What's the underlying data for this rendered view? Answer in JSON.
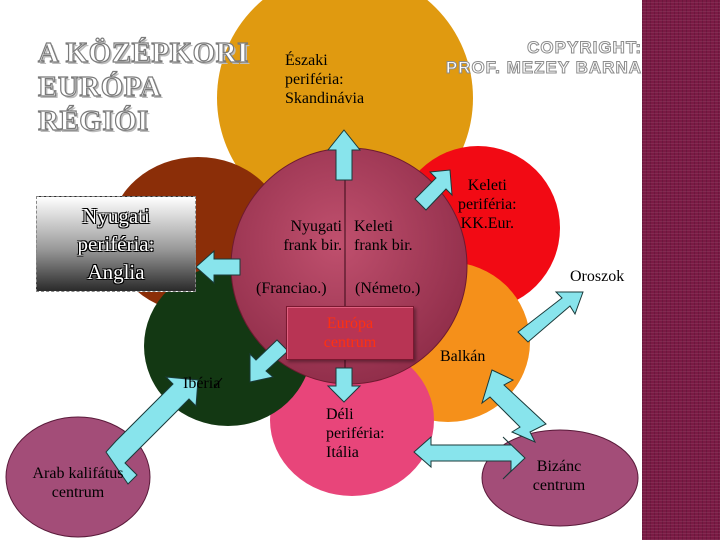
{
  "title": {
    "line1": "A KÖZÉPKORI",
    "line2": "EURÓPA",
    "line3": "RÉGIÓI"
  },
  "copyright": {
    "line1": "COPYRIGHT:",
    "line2": "PROF. MEZEY BARNA"
  },
  "regions": {
    "north": {
      "line1": "Északi",
      "line2": "periféria:",
      "line3": "Skandinávia"
    },
    "west": {
      "line1": "Nyugati",
      "line2": "periféria:",
      "line3": "Anglia"
    },
    "east": {
      "line1": "Keleti",
      "line2": "periféria:",
      "line3": "KK.Eur."
    },
    "west_frank": {
      "line1": "Nyugati",
      "line2": "frank bir.",
      "line3": "(Franciao.)"
    },
    "east_frank": {
      "line1": "Keleti",
      "line2": "frank bir.",
      "line3": "(Németo.)"
    },
    "center": {
      "line1": "Európa",
      "line2": "centrum"
    },
    "russians": {
      "label": "Oroszok"
    },
    "balkan": {
      "label": "Balkán"
    },
    "iberia": {
      "label": "Ibéria"
    },
    "south": {
      "line1": "Déli",
      "line2": "periféria:",
      "line3": "Itália"
    },
    "arab": {
      "line1": "Arab kalifátus",
      "line2": "centrum"
    },
    "byzantium": {
      "line1": "Bizánc",
      "line2": "centrum"
    }
  },
  "colors": {
    "north": "#e09a10",
    "west": "#8b2e08",
    "east": "#f20a14",
    "iberia": "#133813",
    "balkan": "#f5901a",
    "south": "#e8457a",
    "center": "#a83b58",
    "satellite": "#a34d78",
    "arrow_fill": "#88e4ec",
    "sidebar": "#7a1a44"
  }
}
